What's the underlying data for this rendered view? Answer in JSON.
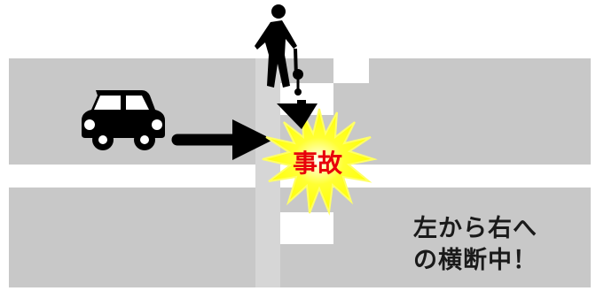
{
  "diagram": {
    "accident_label": "事故",
    "caption_line1": "左から右へ",
    "caption_line2": "の横断中！",
    "colors": {
      "road": "#c8c8c8",
      "burst": "#ffff1a",
      "burst_glow": "#ffff99",
      "label": "#e8000b",
      "ink": "#000000"
    },
    "icons": [
      "car-icon",
      "pedestrian-with-cane-icon",
      "arrow-right",
      "arrow-down",
      "collision-burst"
    ]
  }
}
